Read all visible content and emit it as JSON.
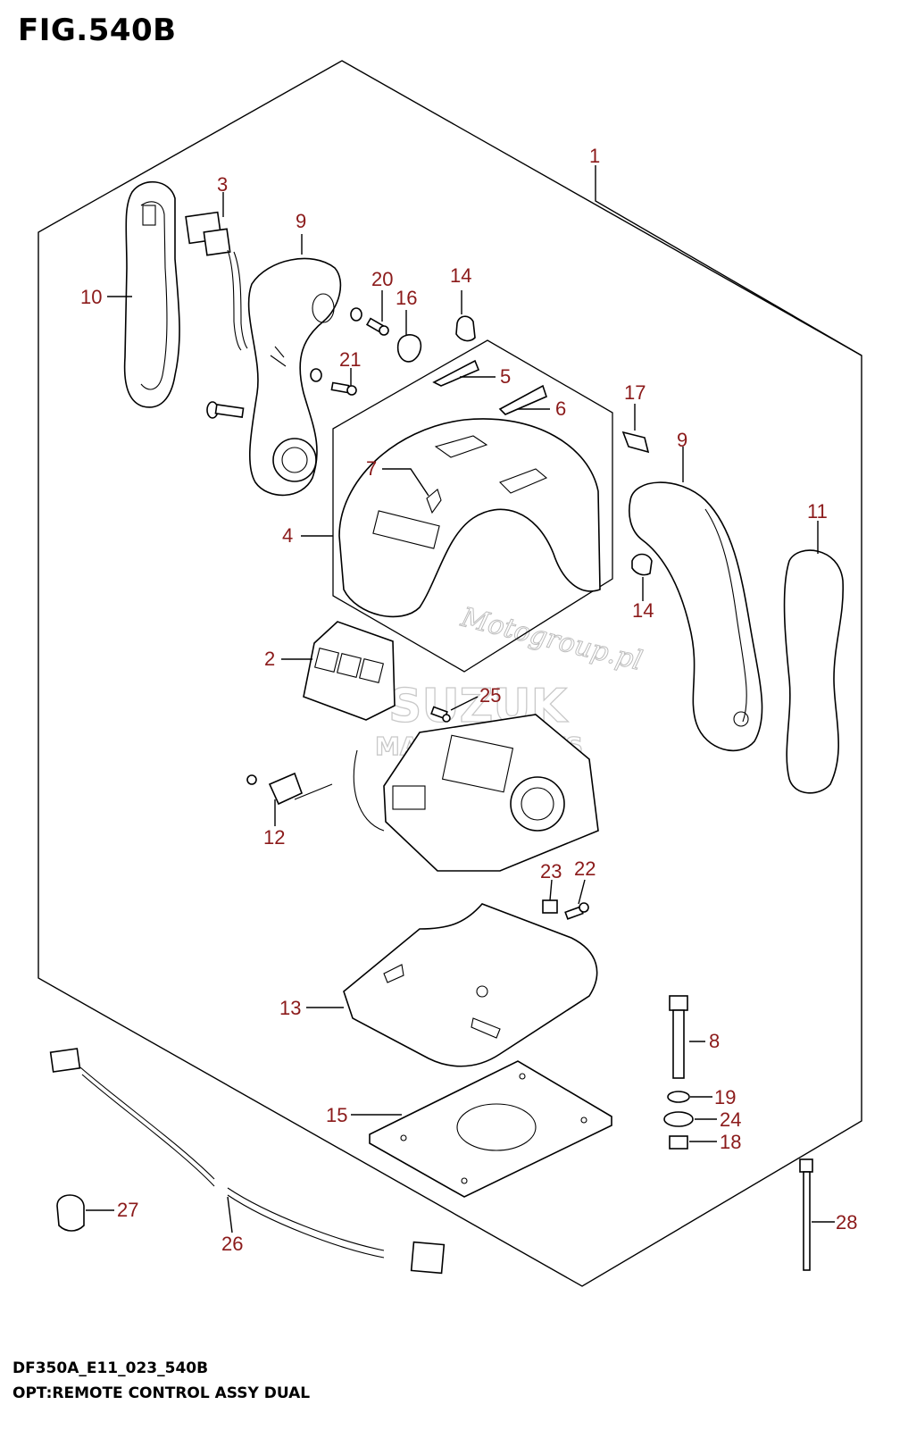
{
  "figure": {
    "title": "FIG.540B",
    "model_code": "DF350A_E11_023_540B",
    "description": "OPT:REMOTE CONTROL ASSY DUAL"
  },
  "watermark": {
    "script_text": "Motogroup.pl",
    "brand_line1": "SUZUK",
    "brand_line2": "MARINE PARTS"
  },
  "callouts": [
    {
      "id": "c1",
      "label": "1"
    },
    {
      "id": "c2",
      "label": "2"
    },
    {
      "id": "c3",
      "label": "3"
    },
    {
      "id": "c4",
      "label": "4"
    },
    {
      "id": "c5",
      "label": "5"
    },
    {
      "id": "c6",
      "label": "6"
    },
    {
      "id": "c7",
      "label": "7"
    },
    {
      "id": "c8",
      "label": "8"
    },
    {
      "id": "c9a",
      "label": "9"
    },
    {
      "id": "c9b",
      "label": "9"
    },
    {
      "id": "c10",
      "label": "10"
    },
    {
      "id": "c11",
      "label": "11"
    },
    {
      "id": "c12",
      "label": "12"
    },
    {
      "id": "c13",
      "label": "13"
    },
    {
      "id": "c14a",
      "label": "14"
    },
    {
      "id": "c14b",
      "label": "14"
    },
    {
      "id": "c15",
      "label": "15"
    },
    {
      "id": "c16",
      "label": "16"
    },
    {
      "id": "c17",
      "label": "17"
    },
    {
      "id": "c18",
      "label": "18"
    },
    {
      "id": "c19",
      "label": "19"
    },
    {
      "id": "c20",
      "label": "20"
    },
    {
      "id": "c21",
      "label": "21"
    },
    {
      "id": "c22",
      "label": "22"
    },
    {
      "id": "c23",
      "label": "23"
    },
    {
      "id": "c24",
      "label": "24"
    },
    {
      "id": "c25",
      "label": "25"
    },
    {
      "id": "c26",
      "label": "26"
    },
    {
      "id": "c27",
      "label": "27"
    },
    {
      "id": "c28",
      "label": "28"
    }
  ]
}
